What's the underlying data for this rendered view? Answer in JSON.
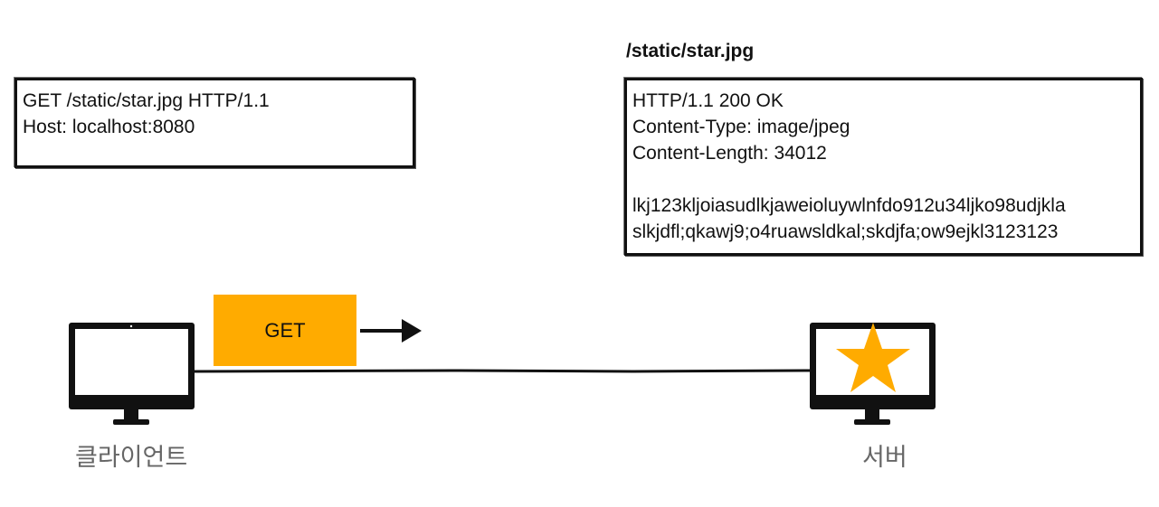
{
  "request": {
    "lines": [
      "GET /static/star.jpg HTTP/1.1",
      "Host: localhost:8080"
    ]
  },
  "response": {
    "path": "/static/star.jpg",
    "lines": [
      "HTTP/1.1 200 OK",
      "Content-Type: image/jpeg",
      "Content-Length: 34012",
      "",
      "lkj123kljoiasudlkjaweioluywlnfdo912u34ljko98udjkla",
      "slkjdfl;qkawj9;o4ruawsldkal;skdjfa;ow9ejkl3123123"
    ]
  },
  "method_badge": {
    "label": "GET",
    "color": "#ffab00"
  },
  "nodes": {
    "client": {
      "label": "클라이언트",
      "icon": "monitor-icon"
    },
    "server": {
      "label": "서버",
      "icon": "monitor-icon",
      "content_icon": "star-icon",
      "star_color": "#ffab00"
    }
  }
}
